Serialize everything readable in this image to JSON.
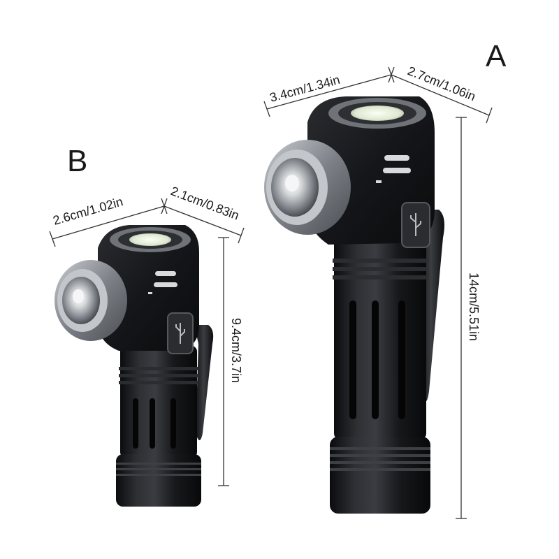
{
  "labels": {
    "model_a": "A",
    "model_b": "B"
  },
  "dimensions": {
    "a_width": "3.4cm/1.34in",
    "a_depth": "2.7cm/1.06in",
    "a_height": "14cm/5.51in",
    "b_width": "2.6cm/1.02in",
    "b_depth": "2.1cm/0.83in",
    "b_height": "9.4cm/3.7in"
  },
  "icons": {
    "charge_port": "usb-icon",
    "mode_button": "mode-button-icon"
  },
  "colors": {
    "body": "#17181b",
    "bezel": "#8b8f95",
    "cob_led": "#eef3ea",
    "dim_line": "#333333"
  }
}
